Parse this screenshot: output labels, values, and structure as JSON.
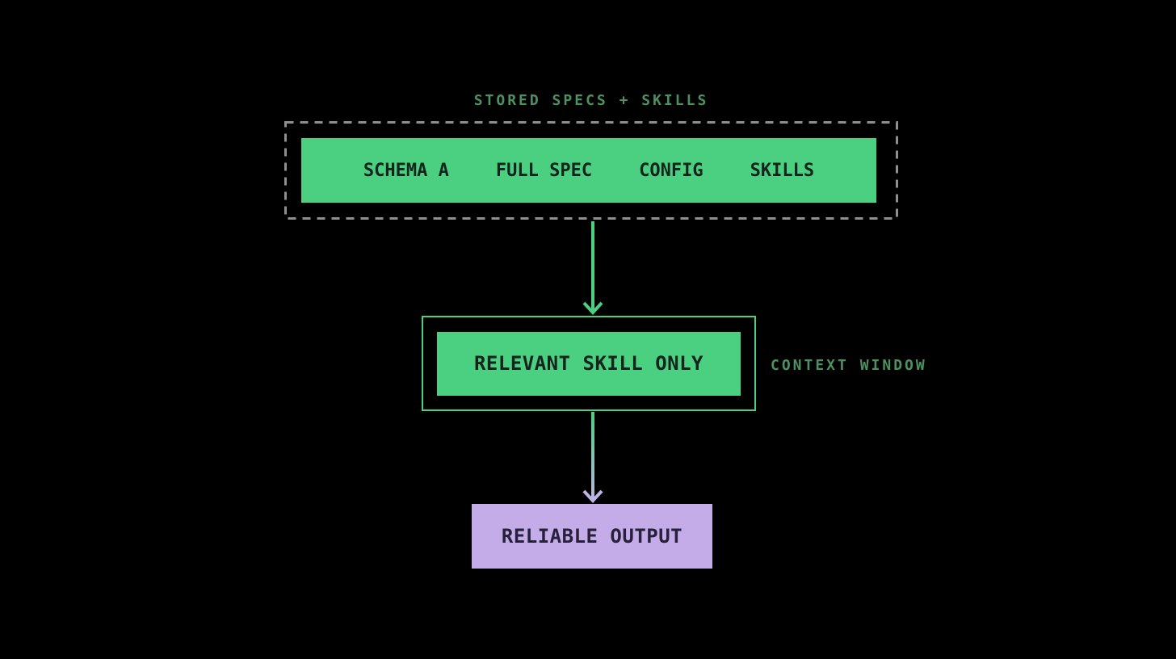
{
  "colors": {
    "background": "#000000",
    "green_fill": "#4bd082",
    "green_label": "#4c9160",
    "text_on_green": "#14231b",
    "dashed_border": "#8f8f8f",
    "purple_fill": "#c4ace8",
    "lavender_arrow": "#c0b4e6",
    "text_on_purple": "#27203a"
  },
  "stored_group": {
    "label": "STORED SPECS + SKILLS",
    "items": [
      "SCHEMA A",
      "FULL SPEC",
      "CONFIG",
      "SKILLS"
    ]
  },
  "context_window": {
    "label": "CONTEXT WINDOW",
    "box_text": "RELEVANT SKILL ONLY"
  },
  "output_box": {
    "text": "RELIABLE OUTPUT"
  },
  "icons": {
    "arrow_1": "arrow-down-green",
    "arrow_2": "arrow-down-green-to-lavender-gradient"
  }
}
